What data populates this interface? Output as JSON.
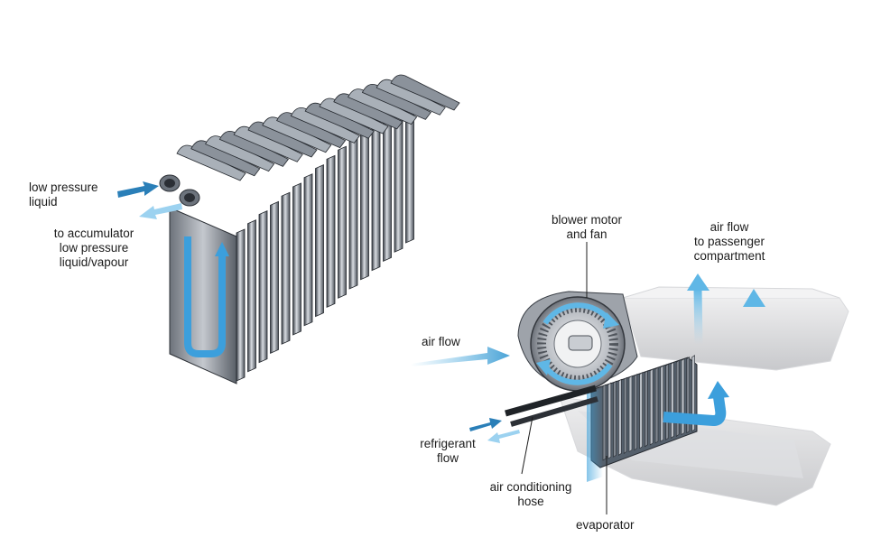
{
  "labels": {
    "low_pressure_liquid_1": "low pressure",
    "low_pressure_liquid_2": "liquid",
    "accumulator_1": "to accumulator",
    "accumulator_2": "low pressure",
    "accumulator_3": "liquid/vapour",
    "blower_1": "blower motor",
    "blower_2": "and fan",
    "airflow_passenger_1": "air flow",
    "airflow_passenger_2": "to passenger",
    "airflow_passenger_3": "compartment",
    "air_flow": "air flow",
    "refrigerant_1": "refrigerant",
    "refrigerant_2": "flow",
    "hose_1": "air conditioning",
    "hose_2": "hose",
    "evaporator": "evaporator"
  },
  "colors": {
    "inlet_arrow": "#2a7fb8",
    "outlet_arrow": "#9cd2f0",
    "flow_arrow": "#5fb7e6",
    "metal_dark": "#2d3138",
    "metal_light": "#c9cdd3"
  }
}
